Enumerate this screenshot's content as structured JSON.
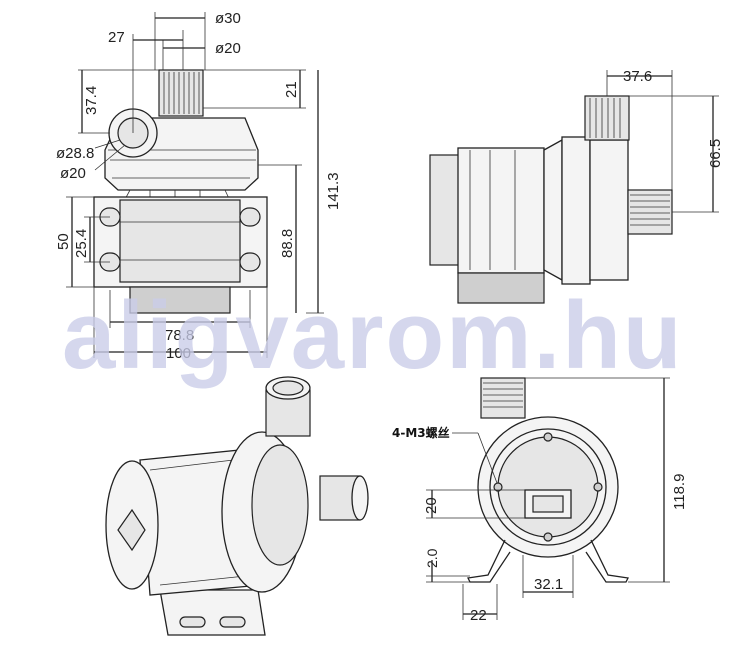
{
  "watermark": "aligvarom.hu",
  "views": {
    "front": {
      "dims": {
        "d30": "ø30",
        "d20_top": "ø20",
        "d27": "27",
        "d37_4": "37.4",
        "d21": "21",
        "d28_8": "ø28.8",
        "d20_side": "ø20",
        "d141_3": "141.3",
        "d88_8": "88.8",
        "d50": "50",
        "d25_4": "25.4",
        "d78_8": "78.8",
        "d100": "100"
      }
    },
    "side": {
      "dims": {
        "d37_6": "37.6",
        "d66_5": "66.5"
      }
    },
    "rear": {
      "note": "4-M3螺丝",
      "dims": {
        "d20": "20",
        "d118_9": "118.9",
        "d2_0": "2.0",
        "d32_1": "32.1",
        "d22": "22"
      }
    }
  }
}
